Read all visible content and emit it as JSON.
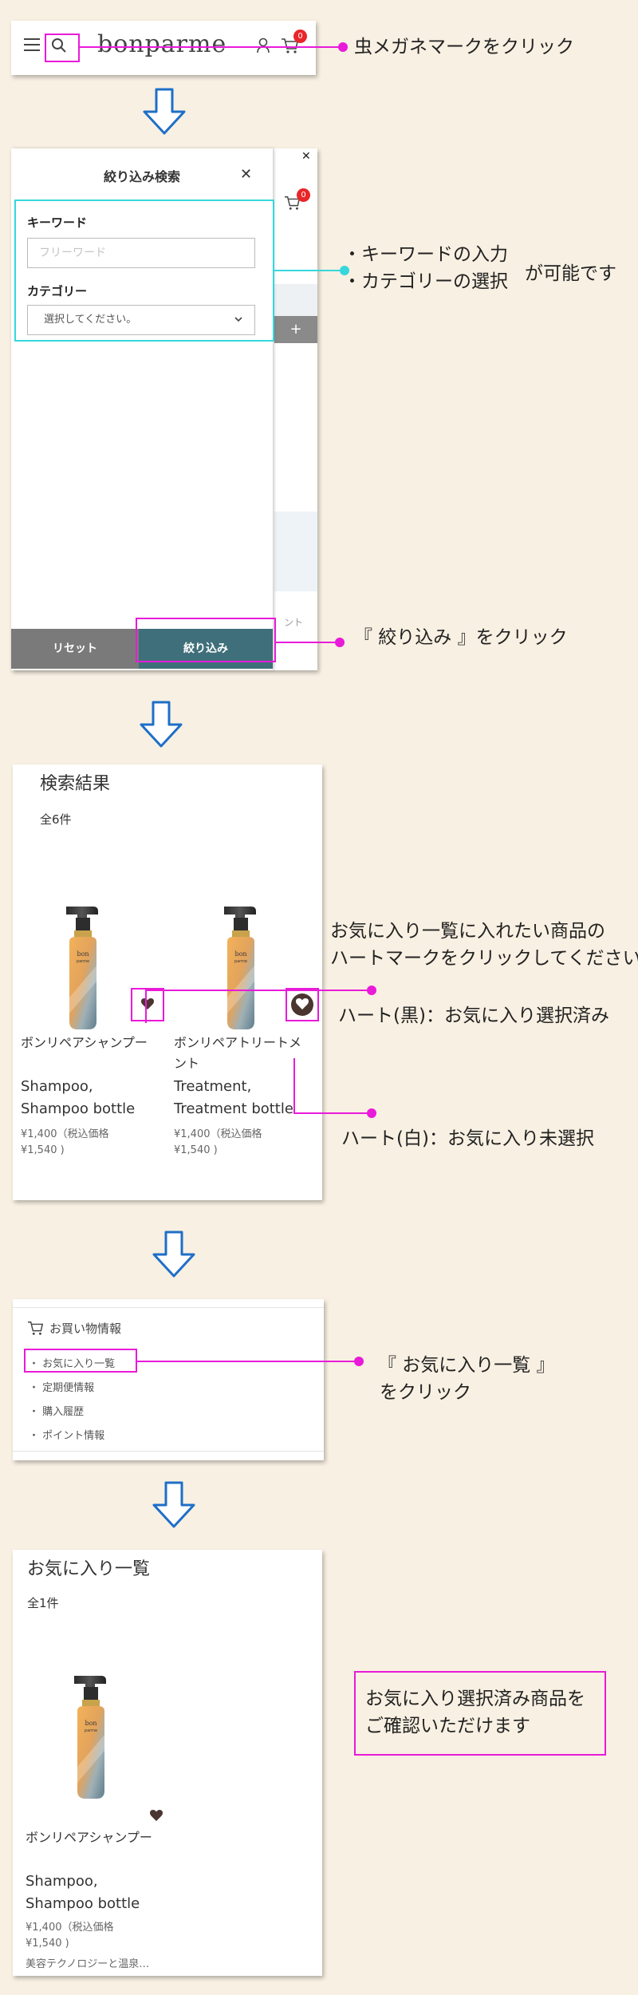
{
  "header": {
    "logo": "bonparme",
    "cart_count": "0",
    "callout": "虫メガネマークをクリック"
  },
  "search_panel": {
    "title": "絞り込み検索",
    "keyword_label": "キーワード",
    "keyword_placeholder": "フリーワード",
    "category_label": "カテゴリー",
    "category_value": "選択してください。",
    "reset_label": "リセット",
    "filter_label": "絞り込み",
    "bg_cart_count": "0",
    "bg_text": "ント",
    "callout_line1": "・キーワードの入力",
    "callout_line2": "・カテゴリーの選択",
    "callout_suffix": "が可能です",
    "filter_callout": "『 絞り込み 』をクリック"
  },
  "results": {
    "title": "検索結果",
    "count": "全6件",
    "products": [
      {
        "name_jp": "ボンリペアシャンプー",
        "name_en_1": "Shampoo,",
        "name_en_2": "Shampoo bottle",
        "price_1": "¥1,400（税込価格",
        "price_2": "¥1,540 )"
      },
      {
        "name_jp": "ボンリペアトリートメント",
        "name_en_1": "Treatment,",
        "name_en_2": "Treatment bottle",
        "price_1": "¥1,400（税込価格",
        "price_2": "¥1,540 )"
      }
    ],
    "callout_intro_1": "お気に入り一覧に入れたい商品の",
    "callout_intro_2": "ハートマークをクリックしてください",
    "callout_black": "ハート(黒)：お気に入り選択済み",
    "callout_white": "ハート(白)：お気に入り未選択"
  },
  "mypage": {
    "section_title": "お買い物情報",
    "items": [
      "お気に入り一覧",
      "定期便情報",
      "購入履歴",
      "ポイント情報"
    ],
    "callout_1": "『 お気に入り一覧 』",
    "callout_2": "をクリック"
  },
  "favorites": {
    "title": "お気に入り一覧",
    "count": "全1件",
    "product": {
      "name_jp": "ボンリペアシャンプー",
      "name_en_1": "Shampoo,",
      "name_en_2": "Shampoo bottle",
      "price_1": "¥1,400（税込価格",
      "price_2": "¥1,540 )",
      "desc": "美容テクノロジーと温泉…"
    },
    "callout_1": "お気に入り選択済み商品を",
    "callout_2": "ご確認いただけます"
  },
  "colors": {
    "background": "#f8f0e2",
    "annotation": "#e91ad9",
    "highlight": "#35d7dc",
    "flow_arrow": "#1e6fc8",
    "button_teal": "#3f6f7a"
  }
}
